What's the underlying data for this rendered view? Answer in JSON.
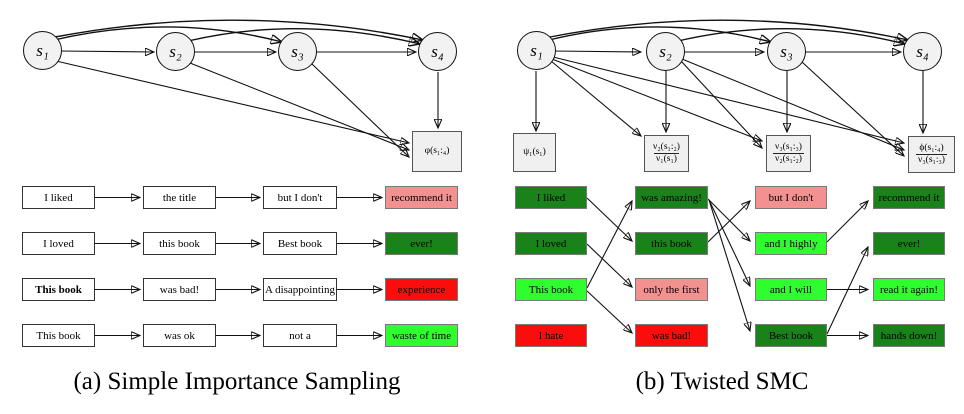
{
  "colors": {
    "white": "#ffffff",
    "dark_green": "#1a821a",
    "bright_green": "#2efe2e",
    "pink": "#f39191",
    "red": "#fc0d0d"
  },
  "panel_a": {
    "caption": "(a) Simple Importance Sampling",
    "nodes": [
      "s₁",
      "s₂",
      "s₃",
      "s₄"
    ],
    "phi_label": "φ(s₁:₄)",
    "rows": [
      {
        "cells": [
          {
            "text": "I liked",
            "color": "white"
          },
          {
            "text": "the title",
            "color": "white"
          },
          {
            "text": "but I don't",
            "color": "white"
          },
          {
            "text": "recommend it",
            "color": "pink"
          }
        ]
      },
      {
        "cells": [
          {
            "text": "I loved",
            "color": "white"
          },
          {
            "text": "this book",
            "color": "white"
          },
          {
            "text": "Best book",
            "color": "white"
          },
          {
            "text": "ever!",
            "color": "dark_green"
          }
        ]
      },
      {
        "cells": [
          {
            "text": "This book",
            "color": "white"
          },
          {
            "text": "was bad!",
            "color": "white"
          },
          {
            "text": "A disappointing",
            "color": "white"
          },
          {
            "text": "experience",
            "color": "red"
          }
        ]
      },
      {
        "cells": [
          {
            "text": "This book",
            "color": "white"
          },
          {
            "text": "was ok",
            "color": "white"
          },
          {
            "text": "not a",
            "color": "white"
          },
          {
            "text": "waste of time",
            "color": "bright_green"
          }
        ]
      }
    ]
  },
  "panel_b": {
    "caption": "(b) Twisted SMC",
    "nodes": [
      "s₁",
      "s₂",
      "s₃",
      "s₄"
    ],
    "boxes": [
      {
        "top": "ψ₁(s₁)",
        "bottom": ""
      },
      {
        "top": "ν₂(s₁:₂)",
        "bottom": "ν₁(s₁)"
      },
      {
        "top": "ν₃(s₁:₃)",
        "bottom": "ν₂(s₁:₂)"
      },
      {
        "top": "ϕ(s₁:₄)",
        "bottom": "ν₃(s₁:₃)"
      }
    ],
    "rows": [
      {
        "cells": [
          {
            "text": "I liked",
            "color": "dark_green"
          },
          {
            "text": "was amazing!",
            "color": "dark_green"
          },
          {
            "text": "but I don't",
            "color": "pink"
          },
          {
            "text": "recommend it",
            "color": "dark_green"
          }
        ]
      },
      {
        "cells": [
          {
            "text": "I loved",
            "color": "dark_green"
          },
          {
            "text": "this book",
            "color": "dark_green"
          },
          {
            "text": "and I highly",
            "color": "bright_green"
          },
          {
            "text": "ever!",
            "color": "dark_green"
          }
        ]
      },
      {
        "cells": [
          {
            "text": "This book",
            "color": "bright_green"
          },
          {
            "text": "only the first",
            "color": "pink"
          },
          {
            "text": "and I will",
            "color": "bright_green"
          },
          {
            "text": "read it again!",
            "color": "bright_green"
          }
        ]
      },
      {
        "cells": [
          {
            "text": "I hate",
            "color": "red"
          },
          {
            "text": "was bad!",
            "color": "red"
          },
          {
            "text": "Best book",
            "color": "dark_green"
          },
          {
            "text": "hands down!",
            "color": "dark_green"
          }
        ]
      }
    ]
  }
}
